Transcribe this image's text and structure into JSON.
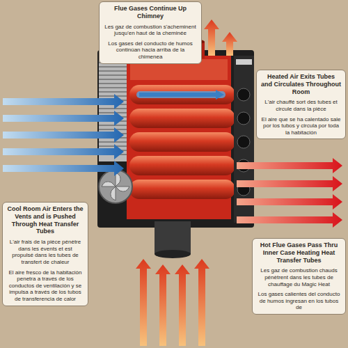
{
  "diagram": {
    "nodes": [
      {
        "text": [
          "Flue Gases Continue Up Chimney",
          "Les gaz de combustion s'acheminent jusqu'en haut de la cheminée",
          "Los gases del conducto de humos continúan hacia arriba de la chimenea"
        ]
      },
      {
        "text": [
          "Heated Air Exits Tubes and Circulates Throughout Room",
          "L'air chauffé sort des tubes et circule dans la pièce",
          "El aire que se ha calentado sale por los tubos y circula por toda la habitación"
        ]
      },
      {
        "text": [
          "Cool Room Air Enters the Vents and is Pushed Through Heat Transfer Tubes",
          "L'air frais de la pièce pénètre dans les évents et est propulsé dans les tubes de transfert de chaleur",
          "El aire fresco de la habitación penetra a través de los conductos de ventilación y se impulsa a través de los tubos de transferencia de calor"
        ]
      },
      {
        "text": [
          "Hot Flue Gases Pass Thru Inner Case Heating Heat Transfer Tubes",
          "Les gaz de combustion chauds pénètrent dans les tubes de chauffage du Magic Heat",
          "Los gases calientes del conducto de humos ingresan en los tubos de"
        ]
      }
    ]
  }
}
